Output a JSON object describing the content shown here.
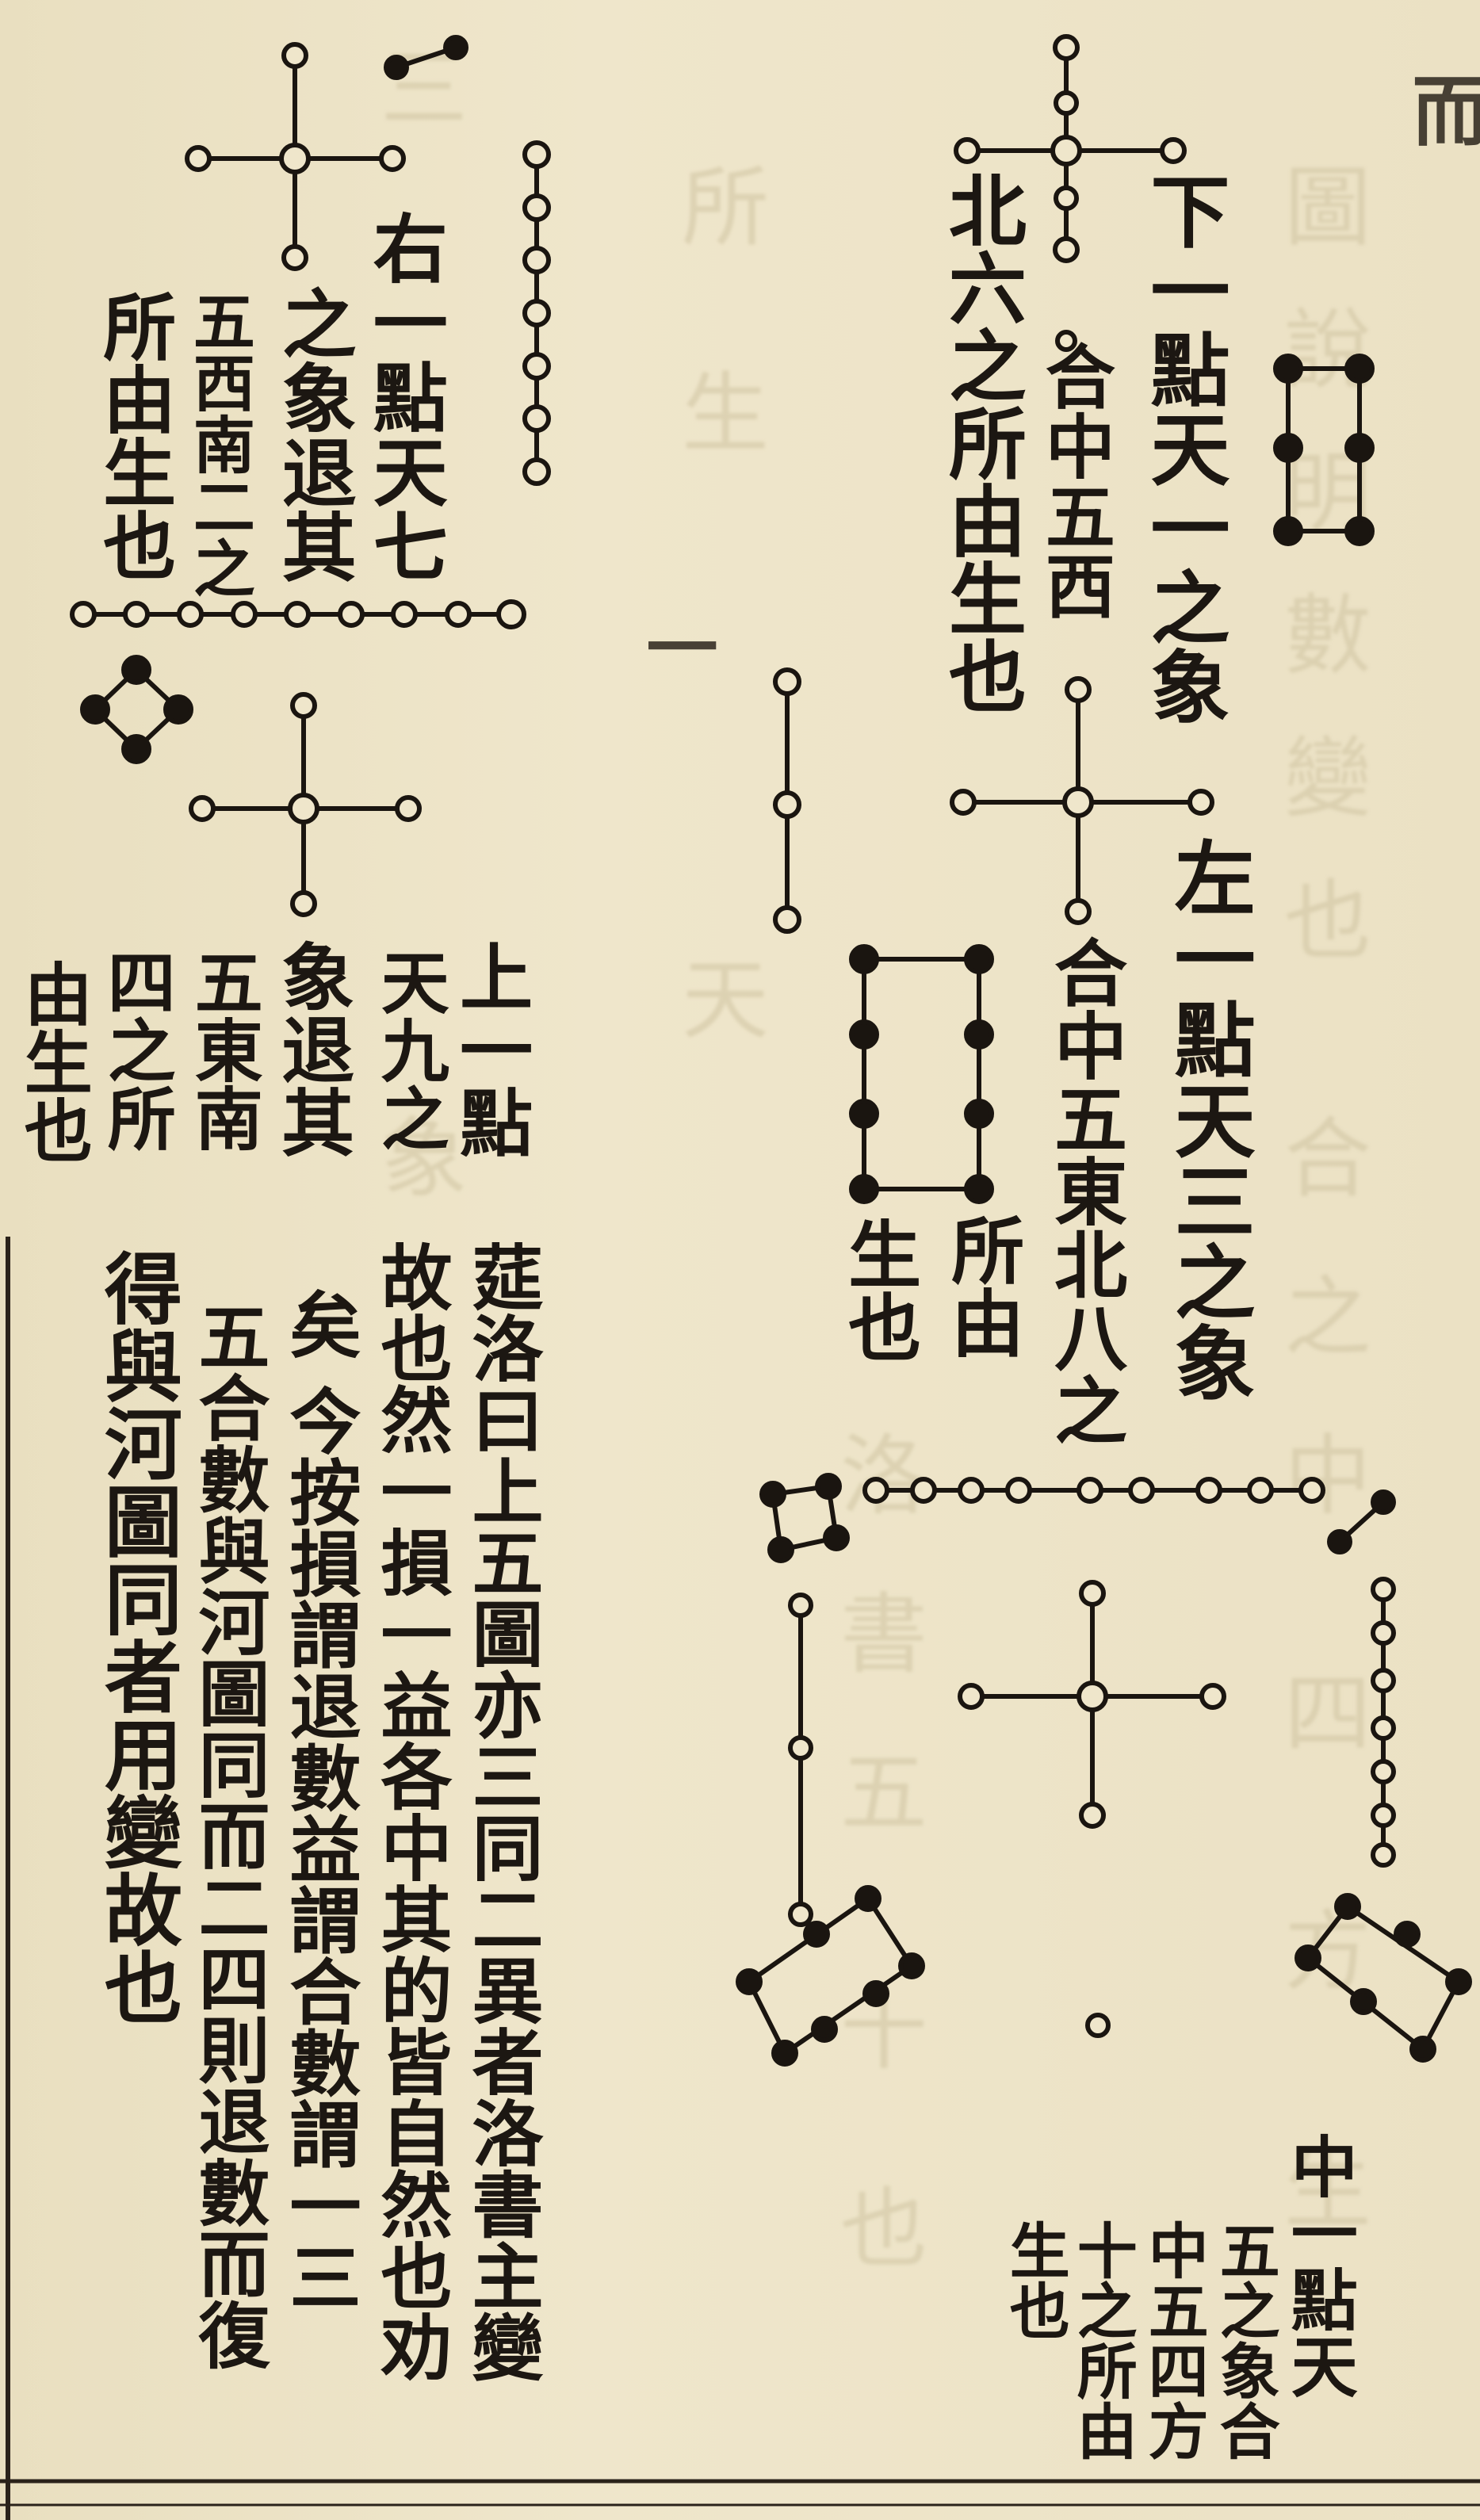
{
  "edge": {
    "title_fragment": "而",
    "rule_mark": "一"
  },
  "captions": {
    "c1_col1": "下一點天一之象",
    "c1_col2": "合中五西",
    "c1_col3": "北六之所由生也",
    "c2_col1": "右一點天七",
    "c2_col2": "之象退其",
    "c2_col3": "五西南二之",
    "c2_col4": "所由生也",
    "c3_col1": "左一點天三之象",
    "c3_col2": "合中五東北八之",
    "c3_col3": "所由",
    "c3_col4": "生也",
    "c4_col1": "上一點",
    "c4_col2": "天九之",
    "c4_col3": "象退其",
    "c4_col4": "五東南",
    "c4_col5": "四之所",
    "c4_col6": "由生也",
    "c5_col1": "中一點天",
    "c5_col2": "五之象合",
    "c5_col3": "中五四方",
    "c5_col4": "十之所由",
    "c5_col5": "生也"
  },
  "commentary": {
    "col1": "莚洛曰上五圖亦三同二異者洛書主變",
    "col2": "故也然一損一益各中其的皆自然也劝",
    "col3": "矣 今按損謂退數益謂合數謂一三",
    "col4": "五合數與河圖同而二四則退數而復",
    "col5": "得與河圖同者用變故也"
  }
}
